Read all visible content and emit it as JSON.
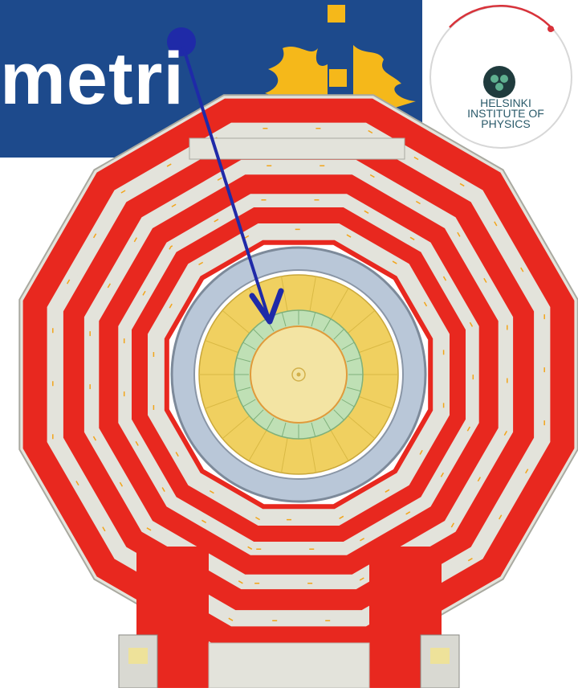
{
  "banner": {
    "text": "metri",
    "color": "#1d4a8c"
  },
  "university_logo": {
    "icon": "flame-icon",
    "color": "#f5b81a"
  },
  "institute_logo": {
    "icon": "trefoil-icon",
    "lines": [
      "HELSINKI",
      "INSTITUTE OF",
      "PHYSICS"
    ],
    "ring_accent": "#d8323a"
  },
  "pointer": {
    "color": "#1f2aa8"
  },
  "detector": {
    "outer_layer_color": "#e8281f",
    "module_color": "#e3e3db",
    "connector_color": "#f2a51a",
    "solenoid_color": "#b9c7d8",
    "calorimeter_color": "#f0d060",
    "tracker_color": "#bfe0b5",
    "core_color": "#f3e4a3",
    "octants": 12
  }
}
